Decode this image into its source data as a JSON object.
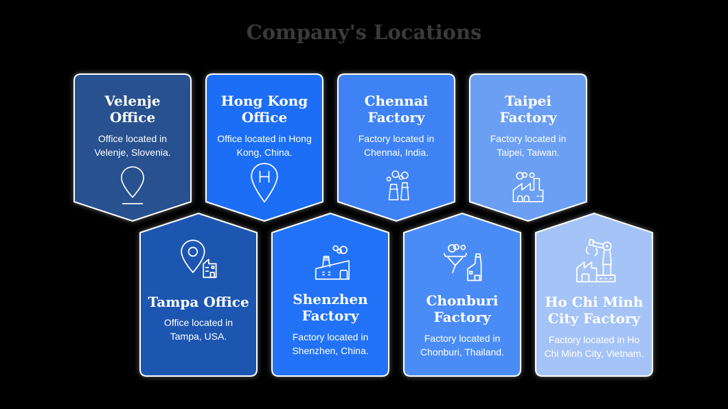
{
  "title": "Company's Locations",
  "title_color": "#3a3a3a",
  "background_color": "#000000",
  "cards": [
    {
      "title": "Velenje Office",
      "description": "Office located in Velenje, Slovenia.",
      "icon": "map-pin-icon",
      "color": "#27518f",
      "shape": "banner-down"
    },
    {
      "title": "Hong Kong Office",
      "description": "Office located in Hong Kong, China.",
      "icon": "map-pin-h-icon",
      "color": "#1c6ef7",
      "shape": "banner-down"
    },
    {
      "title": "Chennai Factory",
      "description": "Factory located in Chennai, India.",
      "icon": "factory-chimneys-icon",
      "color": "#3f82f5",
      "shape": "banner-down"
    },
    {
      "title": "Taipei Factory",
      "description": "Factory located in Taipei, Taiwan.",
      "icon": "factory-sawtooth-icon",
      "color": "#6b9ff3",
      "shape": "banner-down"
    },
    {
      "title": "Tampa Office",
      "description": "Office located in Tampa, USA.",
      "icon": "map-pin-building-icon",
      "color": "#1d56b1",
      "shape": "banner-up"
    },
    {
      "title": "Shenzhen Factory",
      "description": "Factory located in Shenzhen, China.",
      "icon": "factory-slant-icon",
      "color": "#2272f7",
      "shape": "banner-up"
    },
    {
      "title": "Chonburi Factory",
      "description": "Factory located in Chonburi, Thailand.",
      "icon": "funnel-factory-icon",
      "color": "#4a8cf6",
      "shape": "banner-up"
    },
    {
      "title": "Ho Chi Minh City Factory",
      "description": "Factory located in Ho Chi Minh City, Vietnam.",
      "icon": "robot-arm-factory-icon",
      "color": "#a4c3f6",
      "shape": "banner-up"
    }
  ]
}
